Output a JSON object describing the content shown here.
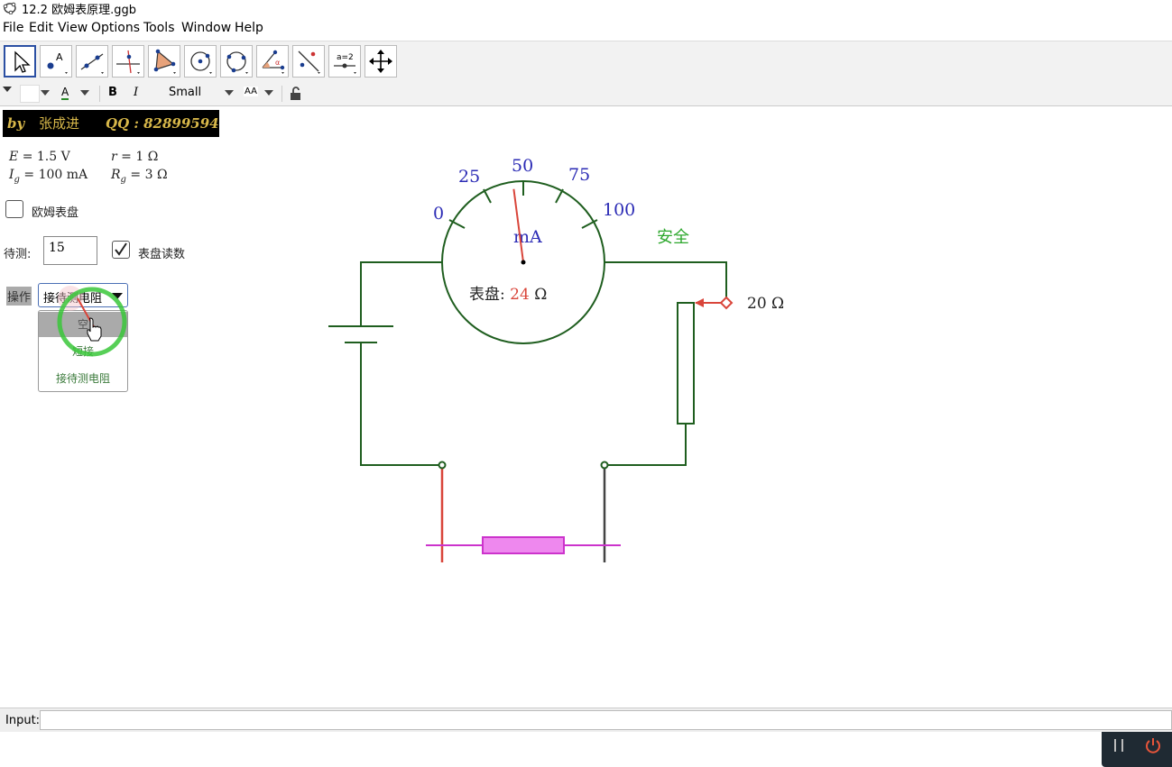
{
  "window": {
    "title": "12.2 欧姆表原理.ggb"
  },
  "menu": [
    "File",
    "Edit",
    "View",
    "Options",
    "Tools",
    "Window",
    "Help"
  ],
  "toolbar": {
    "tools": [
      "move-tool",
      "point-tool",
      "line-tool",
      "perpendicular-line-tool",
      "polygon-tool",
      "circle-tool",
      "conic-tool",
      "angle-tool",
      "reflect-tool",
      "slider-tool",
      "move-graphics-view-tool"
    ],
    "slider_tool_label": "a=2"
  },
  "stylebar": {
    "text_color_glyph": "A",
    "bold": "B",
    "italic": "I",
    "font_size": "Small",
    "size_glyph": "AA"
  },
  "credit": {
    "by": "by",
    "author": "张成进",
    "qq": "QQ : 82899594"
  },
  "params": {
    "E_sym": "E",
    "E_val": "= 1.5 V",
    "r_sym": "r",
    "r_val": "= 1 Ω",
    "Ig_sym": "I",
    "Ig_sub": "g",
    "Ig_val": "= 100 mA",
    "Rg_sym": "R",
    "Rg_sub": "g",
    "Rg_val": "= 3 Ω"
  },
  "controls": {
    "ohm_dial_label": "欧姆表盘",
    "ohm_dial_checked": false,
    "measure_label": "待测:",
    "measure_value": "15",
    "dial_reading_label": "表盘读数",
    "dial_reading_checked": true,
    "operation_label": "操作",
    "operation_selected": "接待测电阻",
    "operation_options": [
      "空",
      "短接",
      "接待测电阻"
    ]
  },
  "meter": {
    "ticks": [
      "0",
      "25",
      "50",
      "75",
      "100"
    ],
    "unit": "mA",
    "dial_prefix": "表盘:",
    "dial_value": "24",
    "dial_unit": "Ω",
    "needle_fraction": 0.44
  },
  "circuit": {
    "rheostat_value": "20 Ω",
    "status": "安全"
  },
  "colors": {
    "wire": "#1f5e1f",
    "tick_label": "#2b2bb5",
    "needle": "#d9453a",
    "status": "#2ea82e",
    "resistor_fill": "#ee88ee",
    "resistor_stroke": "#cc33cc"
  },
  "input_bar": {
    "label": "Input:"
  }
}
